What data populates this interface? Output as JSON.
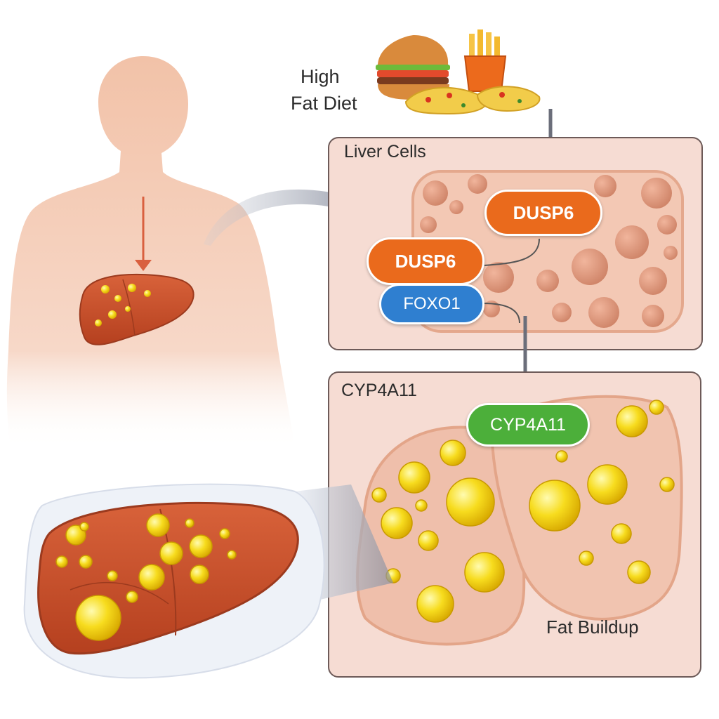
{
  "diet": {
    "label_line1": "High",
    "label_line2": "Fat Diet"
  },
  "liver_cells_panel": {
    "title": "Liver Cells",
    "protein_top": "DUSP6",
    "protein_mid": "DUSP6",
    "protein_low": "FOXO1"
  },
  "fat_panel": {
    "title": "CYP4A11",
    "protein": "CYP4A11",
    "caption": "Fat Buildup"
  },
  "colors": {
    "panel_fill": "#f6dcd3",
    "panel_border": "#6d5a58",
    "body": "#f3c5ad",
    "liver": "#c9502e",
    "fat": "#f5d000",
    "dusp6": "#ea6a1c",
    "foxo1": "#2f7fd0",
    "cyp4a11": "#4caf3a",
    "arrow": "#6b6e7a",
    "body_arrow": "#d9603f"
  },
  "icons": [
    "human-body-icon",
    "liver-icon",
    "burger-icon",
    "fries-icon",
    "pizza-icon"
  ]
}
